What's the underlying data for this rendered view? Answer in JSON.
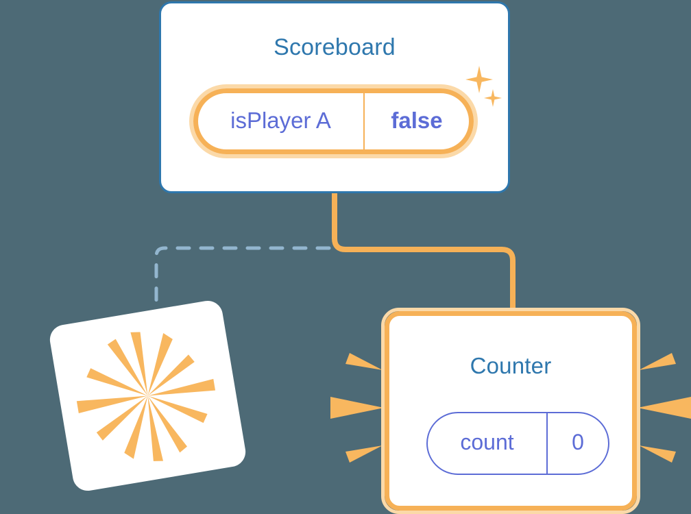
{
  "theme": {
    "background": "#4d6a76",
    "card_surface": "#ffffff",
    "title_blue": "#2e77ad",
    "accent_orange": "#f6b157",
    "accent_orange_soft": "#fbd9a8",
    "accent_orange_ray": "#f8b75f",
    "value_indigo": "#5c6cd6",
    "dashed_blue": "#93b6cf"
  },
  "scoreboard": {
    "title": "Scoreboard",
    "state": {
      "key": "isPlayer A",
      "value": "false",
      "highlighted": true
    },
    "sparkles": [
      {
        "name": "sparkle-large"
      },
      {
        "name": "sparkle-small"
      }
    ]
  },
  "blank_card": {
    "title": "",
    "highlighted": false,
    "burst": true,
    "rotation_deg": -9.5
  },
  "counter": {
    "title": "Counter",
    "state": {
      "key": "count",
      "value": "0",
      "highlighted": false
    },
    "card_highlighted": true,
    "side_rays": true
  },
  "connectors": [
    {
      "name": "scoreboard-to-counter",
      "style": "solid",
      "color": "#f6b157",
      "from": "scoreboard",
      "to": "counter"
    },
    {
      "name": "scoreboard-to-blank-card",
      "style": "dashed",
      "color": "#93b6cf",
      "from": "scoreboard",
      "to": "blank_card"
    }
  ]
}
